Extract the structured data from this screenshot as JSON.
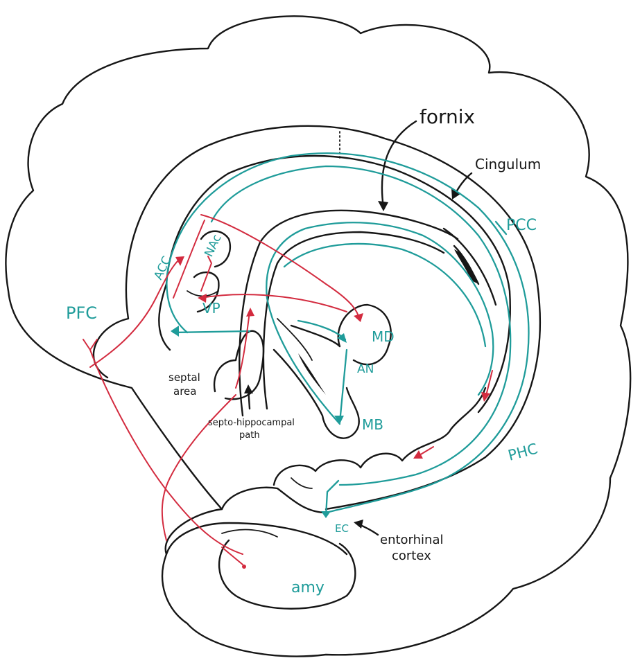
{
  "labels": {
    "fornix": "fornix",
    "cingulum": "Cingulum",
    "pcc": "PCC",
    "acc": "ACC",
    "nac": "NAc",
    "vp": "VP",
    "pfc": "PFC",
    "md": "MD",
    "an": "AN",
    "mb": "MB",
    "phc": "PHC",
    "ec": "EC",
    "amy": "amy",
    "septal_line1": "septal",
    "septal_line2": "area",
    "septo_line1": "septo-hippocampal",
    "septo_line2": "path",
    "entorhinal_line1": "entorhinal",
    "entorhinal_line2": "cortex"
  },
  "colors": {
    "ink": "#161616",
    "teal": "#1f9c9a",
    "red": "#d32b3f"
  }
}
